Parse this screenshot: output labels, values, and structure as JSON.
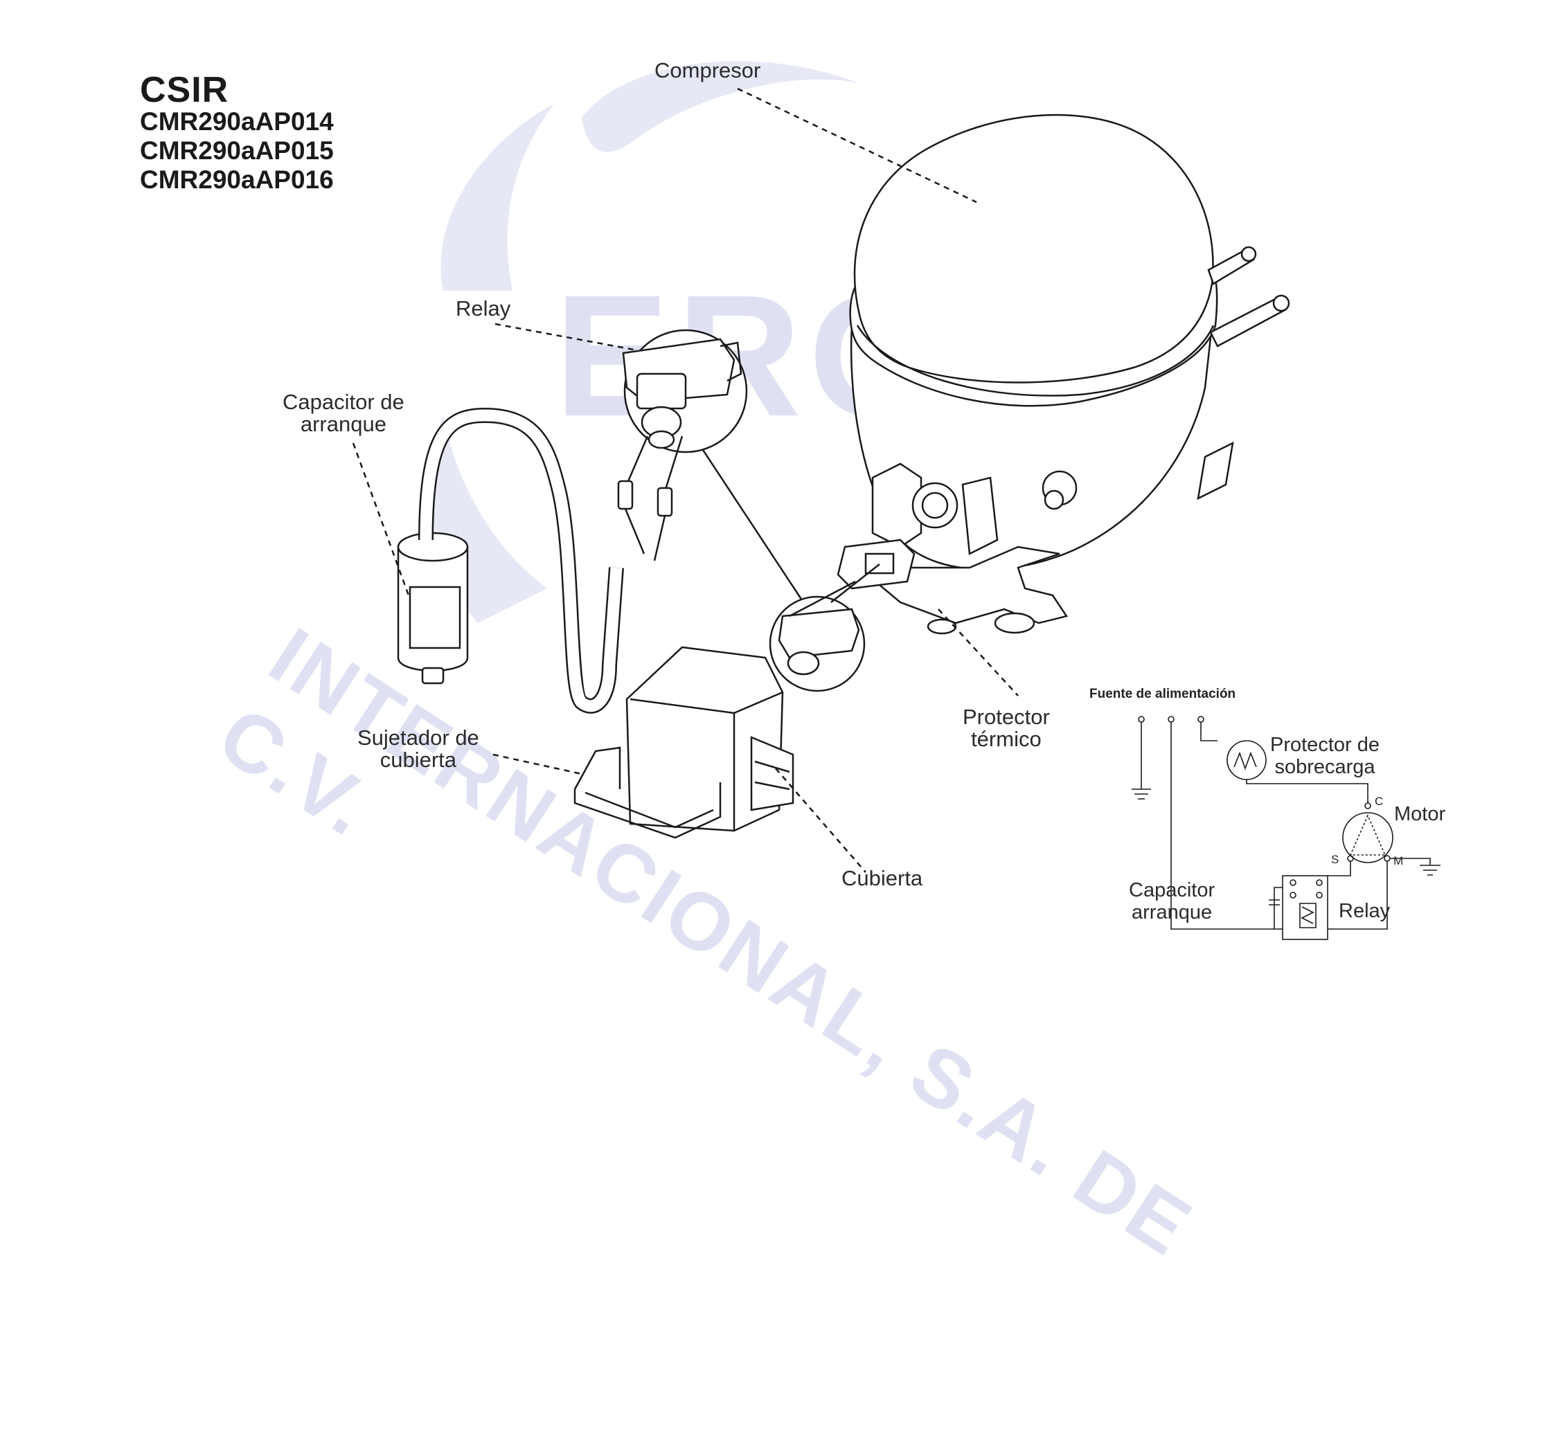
{
  "header": {
    "title": "CSIR",
    "models": [
      "CMR290aAP014",
      "CMR290aAP015",
      "CMR290aAP016"
    ]
  },
  "labels": {
    "compresor": "Compresor",
    "relay": "Relay",
    "capacitor": [
      "Capacitor de",
      "arranque"
    ],
    "sujetador": [
      "Sujetador de",
      "cubierta"
    ],
    "cubierta": "Cubierta",
    "protector_termico": [
      "Protector",
      "térmico"
    ]
  },
  "schematic": {
    "title": "Fuente de alimentación",
    "protector": [
      "Protector de",
      "sobrecarga"
    ],
    "motor": "Motor",
    "capacitor": [
      "Capacitor",
      "arranque"
    ],
    "relay": "Relay",
    "pins": {
      "c": "C",
      "s": "S",
      "m": "M"
    }
  },
  "watermark": {
    "brand": "ERO",
    "company": "INTERNACIONAL, S.A. DE C.V."
  },
  "colors": {
    "watermark": "#dfe1f3",
    "line": "#1a1a1a",
    "text": "#2b2b2b"
  }
}
